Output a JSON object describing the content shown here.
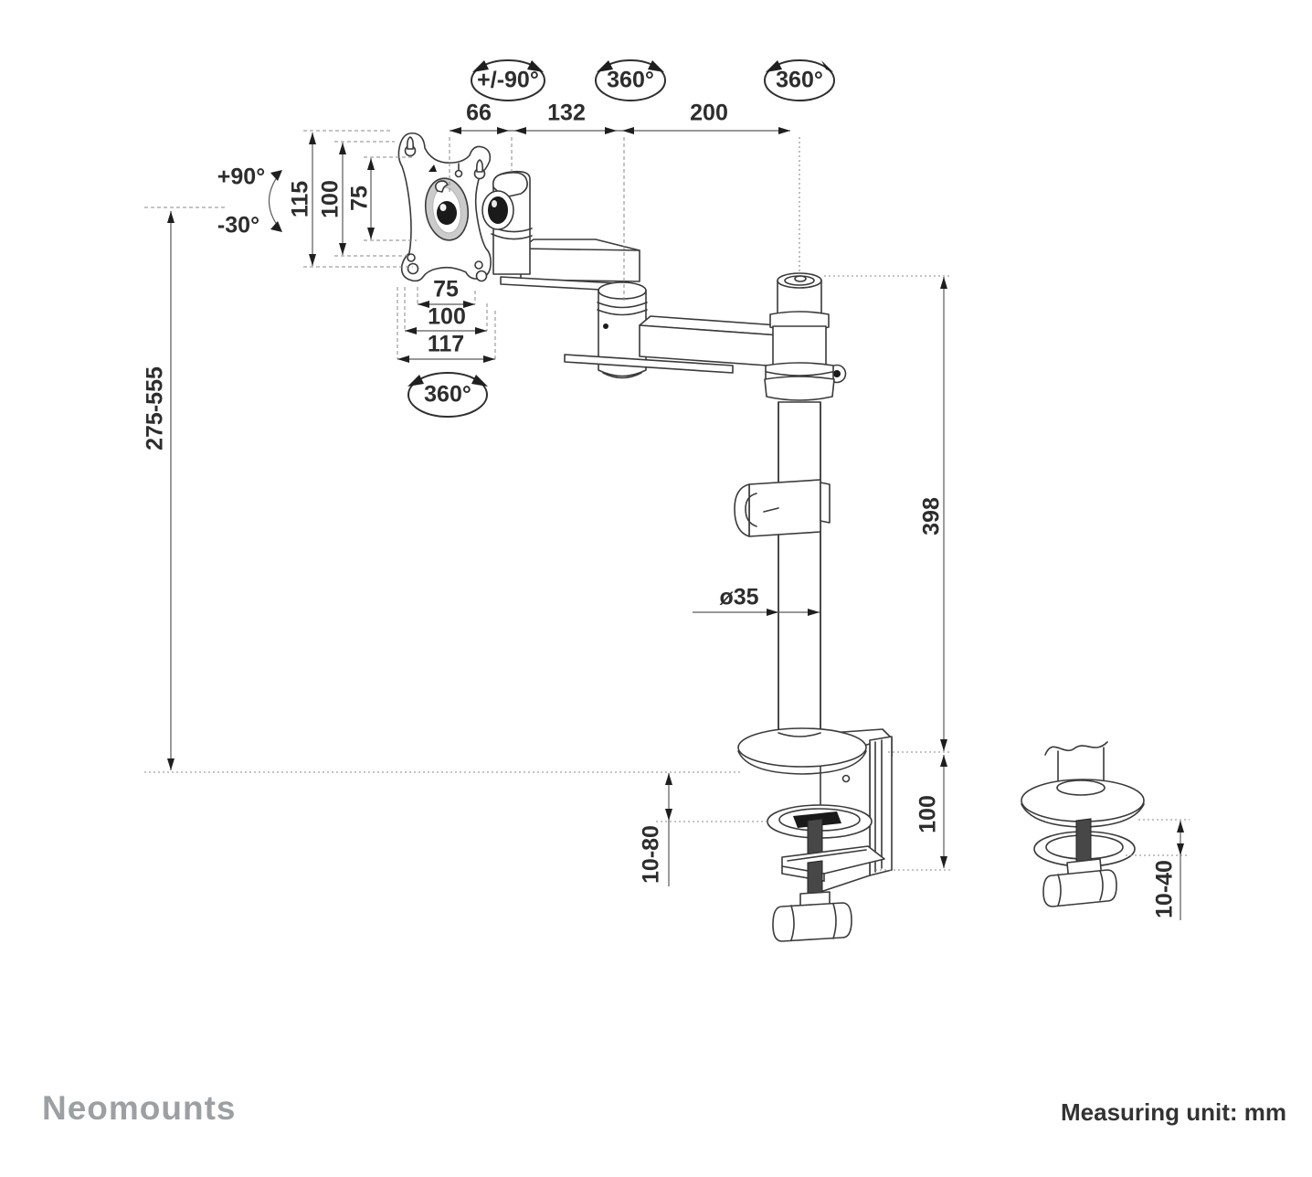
{
  "rotation": {
    "head_swivel": "+/-90°",
    "elbow_swivel": "360°",
    "pole_swivel": "360°",
    "vesa_rotation": "360°"
  },
  "tilt": {
    "up": "+90°",
    "down": "-30°"
  },
  "dims": {
    "arm_section_front": "66",
    "arm_section_mid": "132",
    "arm_section_rear": "200",
    "vesa_plate_height": "115",
    "vesa_pattern_height": "100",
    "vesa_hole_spacing_v": "75",
    "vesa_hole_spacing_h": "75",
    "vesa_pattern_width": "100",
    "vesa_plate_width": "117",
    "height_range": "275-555",
    "pole_height": "398",
    "pole_diameter": "ø35",
    "clamp_thickness_range": "10-80",
    "clamp_bracket_height": "100",
    "grommet_thickness_range": "10-40"
  },
  "footer": {
    "brand": "Neomounts",
    "unit_note": "Measuring unit: mm"
  }
}
